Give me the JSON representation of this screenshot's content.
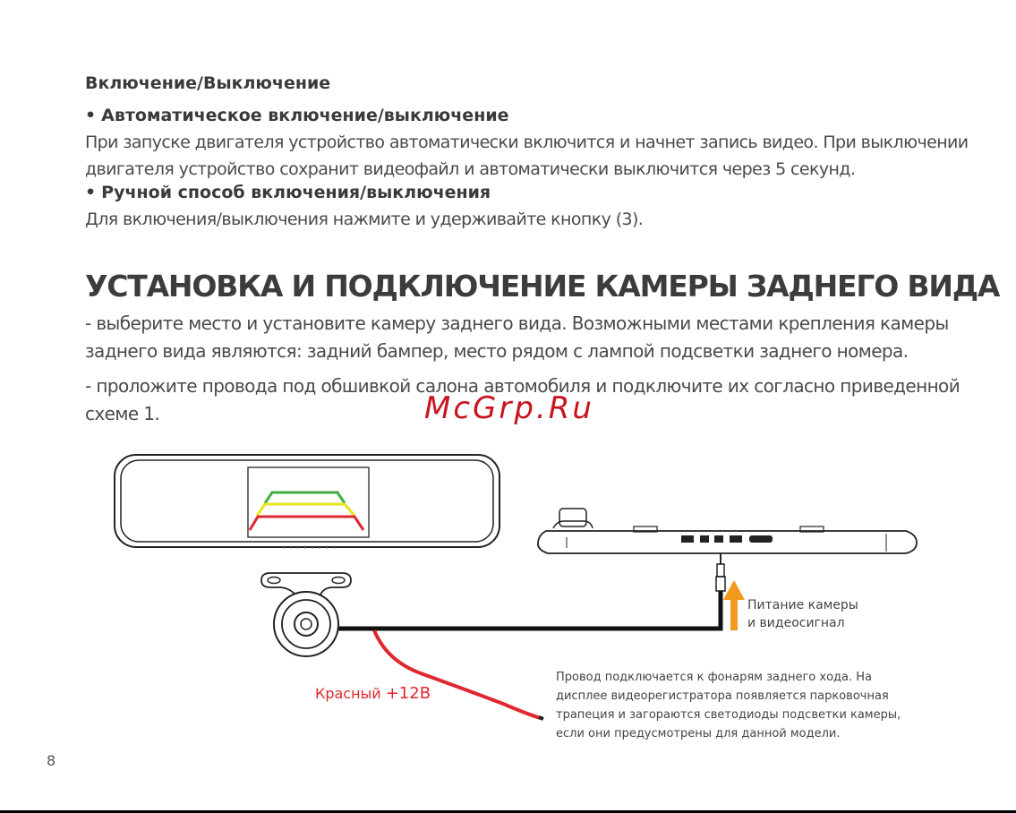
{
  "section_onoff": {
    "heading": "Включение/Выключение",
    "auto_title": "Автоматическое включение/выключение",
    "auto_text_line1": "При запуске двигателя устройство автоматически включится и начнет запись видео. При выключении",
    "auto_text_line2": "двигателя устройство сохранит видеофайл и автоматически выключится через 5 секунд.",
    "manual_title": "Ручной способ включения/выключения",
    "manual_text": "Для включения/выключения нажмите и удерживайте кнопку (3)."
  },
  "section_install": {
    "heading": "УСТАНОВКА И ПОДКЛЮЧЕНИЕ КАМЕРЫ ЗАДНЕГО ВИДА",
    "step1_line1": "- выберите место и установите камеру заднего вида. Возможными местами крепления камеры",
    "step1_line2": "заднего вида являются: задний бампер, место рядом с лампой подсветки заднего номера.",
    "step2_line1": "- проложите провода под обшивкой салона автомобиля и подключите их согласно приведенной",
    "step2_line2": "схеме 1."
  },
  "watermark": "McGrp.Ru",
  "diagram": {
    "red_wire_label": "Красный",
    "red_wire_voltage": "+12В",
    "power_label_line1": "Питание камеры",
    "power_label_line2": "и видеосигнал",
    "note_line1": "Провод подключается к фонарям заднего хода. На",
    "note_line2": "дисплее видеорегистратора появляется  парковочная",
    "note_line3": "трапеция и загораются светодиоды подсветки камеры,",
    "note_line4": "если они предусмотрены для данной модели.",
    "colors": {
      "red": "#e0262e",
      "yellow": "#e9e420",
      "green": "#3fae3f",
      "orange": "#f39a1e",
      "wire": "#111111"
    }
  },
  "page_number": "8"
}
